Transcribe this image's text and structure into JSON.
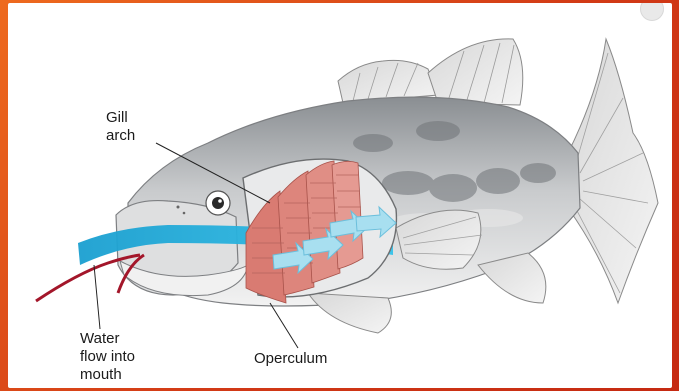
{
  "diagram": {
    "labels": {
      "gill_arch": [
        "Gill",
        "arch"
      ],
      "water_flow": [
        "Water",
        "flow into",
        "mouth"
      ],
      "operculum": "Operculum"
    },
    "colors": {
      "background_border": "#e8521c",
      "water": "#2bb6e0",
      "flow_arrow": "#a8dff0",
      "gill_filaments": "#d97b72",
      "mouth_arrow": "#a3162a",
      "fish_body": "#b9bcbf"
    }
  }
}
